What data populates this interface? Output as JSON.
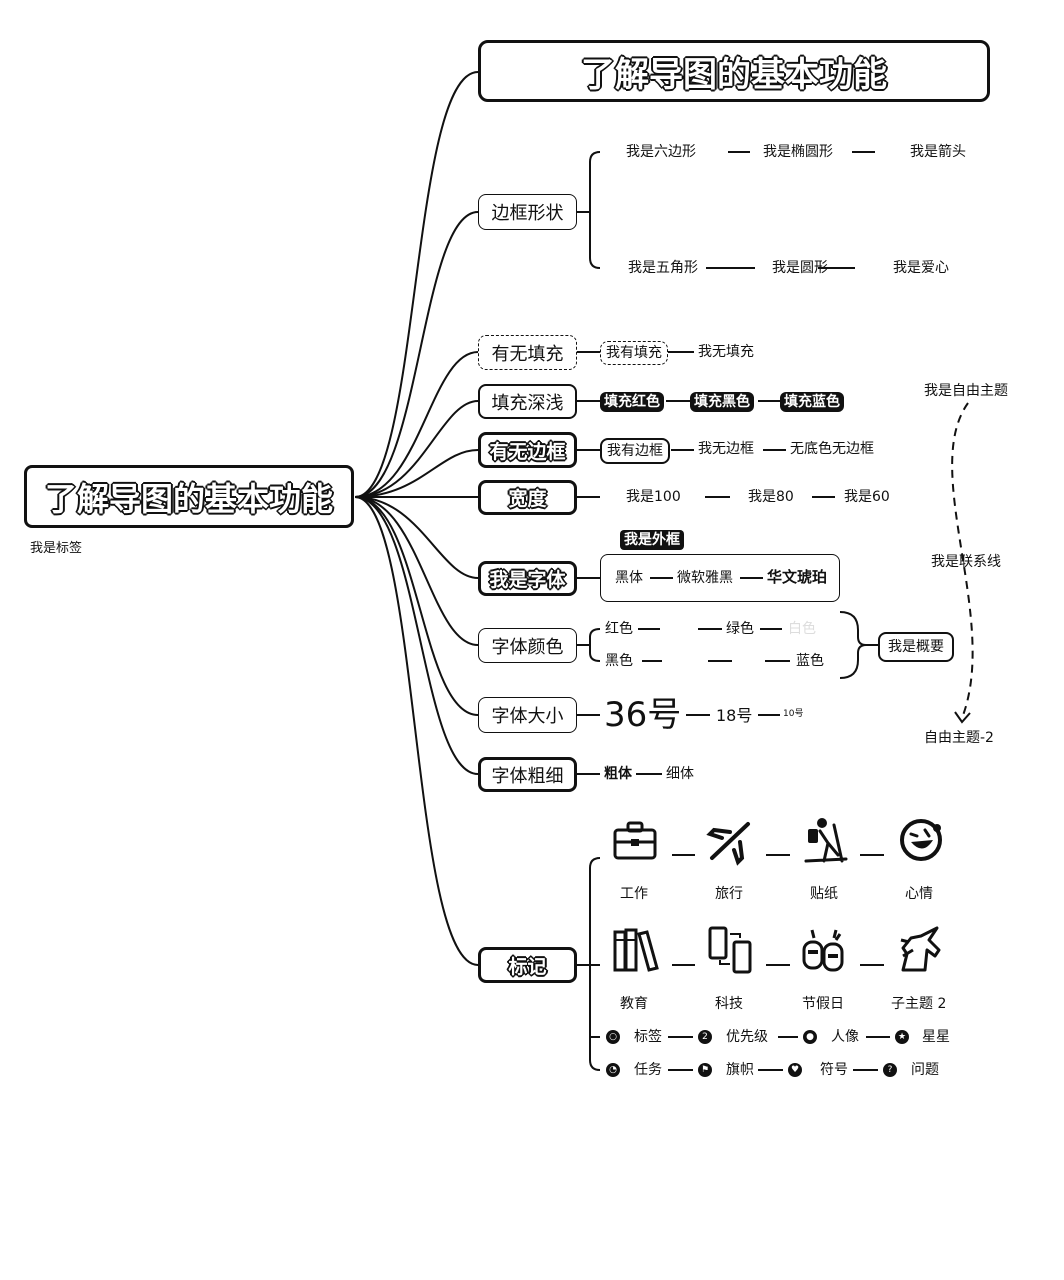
{
  "root": {
    "title": "了解导图的基本功能",
    "label": "我是标签"
  },
  "top_title": "了解导图的基本功能",
  "branches": {
    "border_shape": {
      "label": "边框形状",
      "row1": [
        "我是六边形",
        "我是椭圆形",
        "我是箭头"
      ],
      "row2": [
        "我是五角形",
        "我是圆形",
        "我是爱心"
      ]
    },
    "fill": {
      "label": "有无填充",
      "items": [
        "我有填充",
        "我无填充"
      ]
    },
    "fill_depth": {
      "label": "填充深浅",
      "items": [
        "填充红色",
        "填充黑色",
        "填充蓝色"
      ]
    },
    "border": {
      "label": "有无边框",
      "items": [
        "我有边框",
        "我无边框",
        "无底色无边框"
      ]
    },
    "width": {
      "label": "宽度",
      "items": [
        "我是100",
        "我是80",
        "我是60"
      ]
    },
    "font": {
      "label": "我是字体",
      "outer_box": "我是外框",
      "items": [
        "黑体",
        "微软雅黑",
        "华文琥珀"
      ]
    },
    "font_color": {
      "label": "字体颜色",
      "row1": [
        "红色",
        "",
        "绿色",
        "白色"
      ],
      "row2": [
        "黑色",
        "",
        "",
        "蓝色"
      ],
      "summary": "我是概要"
    },
    "font_size": {
      "label": "字体大小",
      "items": [
        "36号",
        "18号",
        "10号"
      ]
    },
    "font_weight": {
      "label": "字体粗细",
      "items": [
        "粗体",
        "细体"
      ]
    },
    "marks": {
      "label": "标记",
      "icons_row1": [
        {
          "label": "工作",
          "icon": "briefcase-icon"
        },
        {
          "label": "旅行",
          "icon": "airplane-icon"
        },
        {
          "label": "贴纸",
          "icon": "hiker-icon"
        },
        {
          "label": "心情",
          "icon": "laughing-face-icon"
        }
      ],
      "icons_row2": [
        {
          "label": "教育",
          "icon": "books-icon"
        },
        {
          "label": "科技",
          "icon": "phones-icon"
        },
        {
          "label": "节假日",
          "icon": "cans-icon"
        },
        {
          "label": "子主题 2",
          "icon": "unicorn-icon"
        }
      ],
      "markers_row1": [
        "标签",
        "优先级",
        "人像",
        "星星"
      ],
      "markers_row2": [
        "任务",
        "旗帜",
        "符号",
        "问题"
      ]
    }
  },
  "free_topics": {
    "topic1": "我是自由主题",
    "relation": "我是联系线",
    "topic2": "自由主题-2"
  }
}
